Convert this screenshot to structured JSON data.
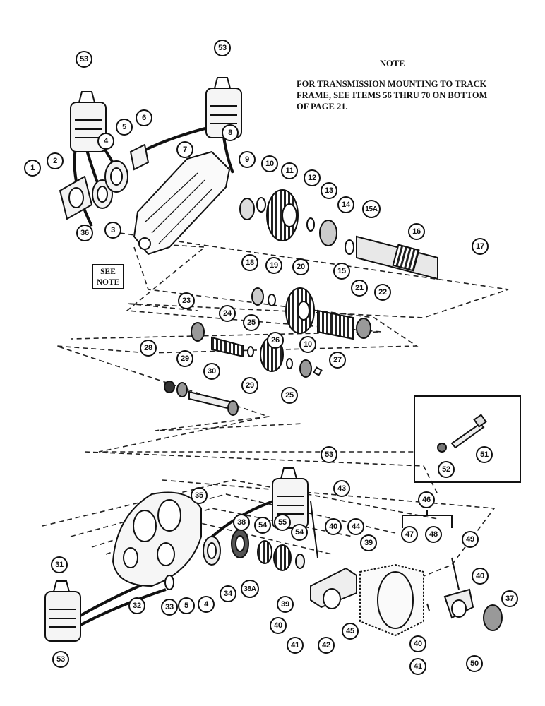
{
  "note": {
    "title": "NOTE",
    "lines": [
      "FOR TRANSMISSION MOUNTING TO TRACK",
      "FRAME, SEE ITEMS 56 THRU 70 ON BOTTOM",
      "OF PAGE 21."
    ]
  },
  "see_note": [
    "SEE",
    "NOTE"
  ],
  "callouts": {
    "c1": "1",
    "c2": "2",
    "c3": "3",
    "c4a": "4",
    "c4b": "4",
    "c5a": "5",
    "c5b": "5",
    "c6": "6",
    "c7": "7",
    "c8": "8",
    "c9": "9",
    "c10a": "10",
    "c10b": "10",
    "c11": "11",
    "c12": "12",
    "c13": "13",
    "c14": "14",
    "c15": "15",
    "c15a": "15A",
    "c16": "16",
    "c17": "17",
    "c18": "18",
    "c19": "19",
    "c20": "20",
    "c21": "21",
    "c22": "22",
    "c23": "23",
    "c24": "24",
    "c25a": "25",
    "c25b": "25",
    "c26": "26",
    "c27": "27",
    "c28": "28",
    "c29a": "29",
    "c29b": "29",
    "c30": "30",
    "c31": "31",
    "c32": "32",
    "c33": "33",
    "c34": "34",
    "c35": "35",
    "c36": "36",
    "c37": "37",
    "c38": "38",
    "c38a": "38A",
    "c39a": "39",
    "c39b": "39",
    "c40a": "40",
    "c40b": "40",
    "c40c": "40",
    "c40d": "40",
    "c41a": "41",
    "c41b": "41",
    "c42": "42",
    "c43": "43",
    "c44": "44",
    "c45": "45",
    "c46": "46",
    "c47": "47",
    "c48": "48",
    "c49": "49",
    "c50": "50",
    "c51": "51",
    "c52": "52",
    "c53a": "53",
    "c53b": "53",
    "c53c": "53",
    "c53d": "53",
    "c54a": "54",
    "c54b": "54",
    "c55": "55"
  },
  "colors": {
    "ink": "#111111",
    "paper": "#ffffff",
    "shade": "#555555"
  }
}
